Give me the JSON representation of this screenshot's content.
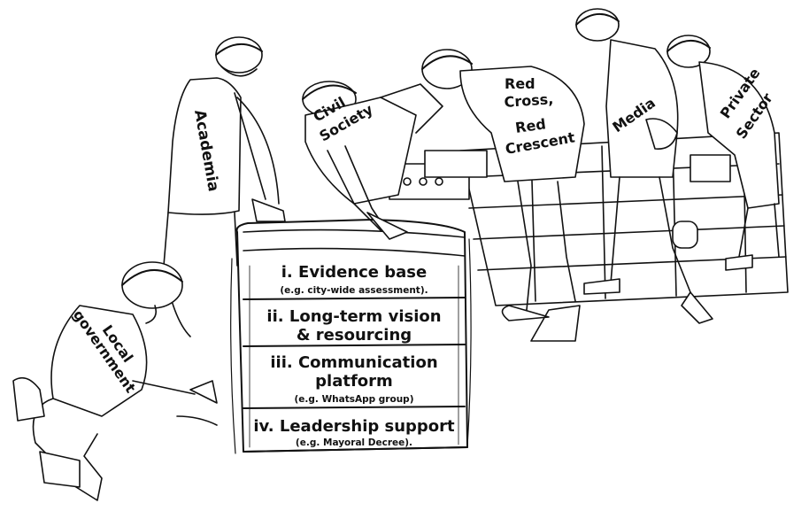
{
  "workers": {
    "academia": "Academia",
    "civil_society": [
      "Civil",
      "Society"
    ],
    "red_cross": [
      "Red",
      "Cross,",
      "Red",
      "Crescent"
    ],
    "media": "Media",
    "private_sector": [
      "Private",
      "Sector"
    ],
    "local_government": [
      "Local",
      "government"
    ]
  },
  "foundation_rows": [
    {
      "main": [
        "i. Evidence base"
      ],
      "sub": "(e.g. city-wide assessment)."
    },
    {
      "main": [
        "ii. Long-term vision",
        "& resourcing"
      ],
      "sub": ""
    },
    {
      "main": [
        "iii. Communication",
        "platform"
      ],
      "sub": "(e.g. WhatsApp group)"
    },
    {
      "main": [
        "iv. Leadership support"
      ],
      "sub": "(e.g. Mayoral Decree)."
    }
  ]
}
